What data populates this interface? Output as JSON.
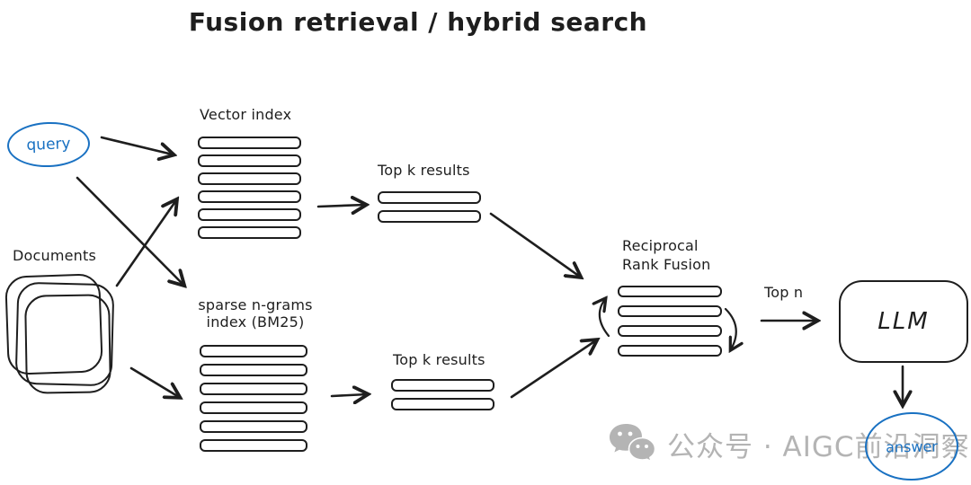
{
  "title": "Fusion retrieval / hybrid search",
  "colors": {
    "ink": "#1e1e1e",
    "accent_blue": "#1971c2",
    "watermark_gray": "#b4b4b4"
  },
  "nodes": {
    "query": {
      "label": "query"
    },
    "documents": {
      "label": "Documents",
      "stacked_pages": 3
    },
    "vector_index": {
      "label": "Vector index",
      "bars": 6
    },
    "sparse_index": {
      "label_line1": "sparse n-grams",
      "label_line2": "index (BM25)",
      "bars": 6
    },
    "top_k_vector": {
      "label": "Top k results",
      "bars": 2
    },
    "top_k_sparse": {
      "label": "Top k results",
      "bars": 2
    },
    "rrf": {
      "label_line1": "Reciprocal",
      "label_line2": "Rank Fusion",
      "bars": 4
    },
    "top_n": {
      "label": "Top n"
    },
    "llm": {
      "label": "LLM"
    },
    "answer": {
      "label": "answer"
    }
  },
  "edges": [
    "query -> vector_index",
    "query -> sparse_index",
    "documents -> vector_index",
    "documents -> sparse_index",
    "vector_index -> top_k_vector",
    "sparse_index -> top_k_sparse",
    "top_k_vector -> rrf",
    "top_k_sparse -> rrf",
    "rrf -> llm (Top n)",
    "llm -> answer"
  ],
  "watermark": {
    "icon": "wechat-icon",
    "text": "公众号 · AIGC前沿洞察"
  }
}
